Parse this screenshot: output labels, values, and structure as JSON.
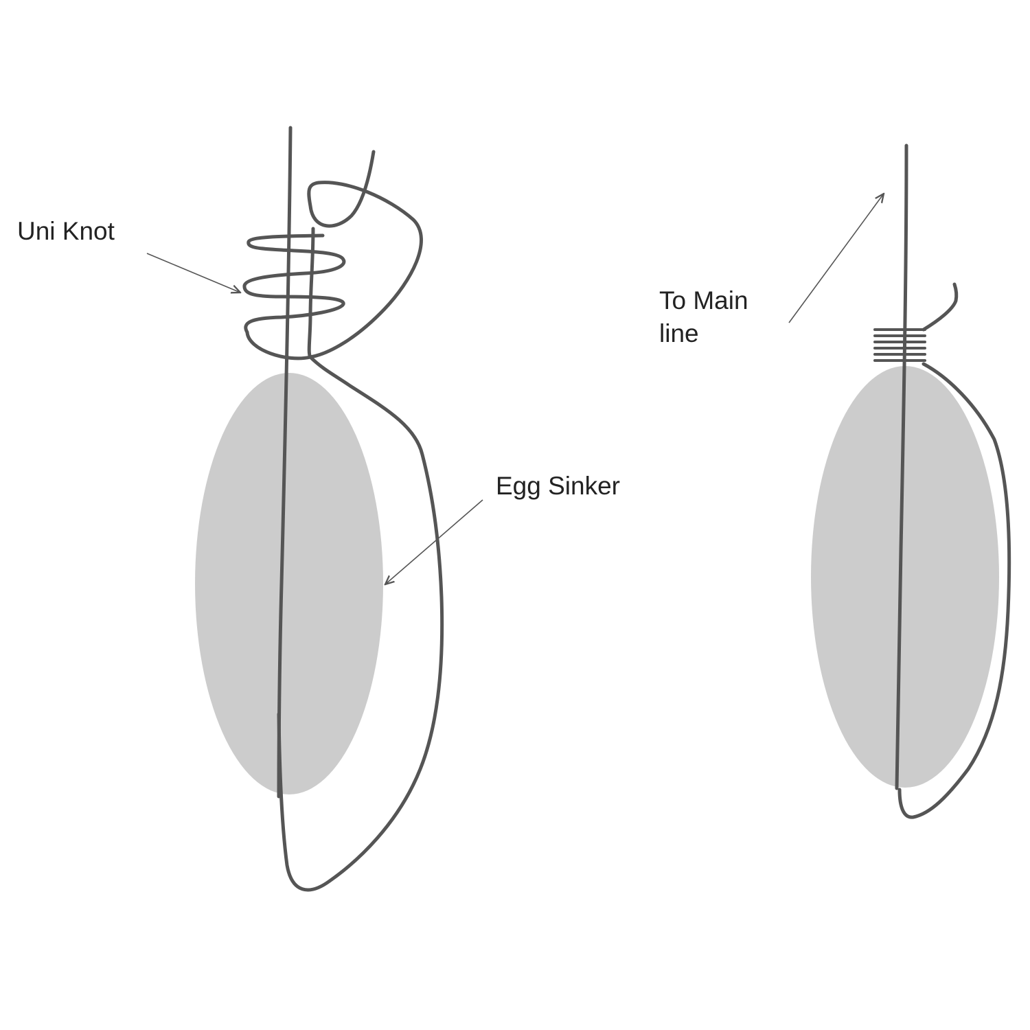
{
  "diagram": {
    "colors": {
      "background": "#ffffff",
      "line": "#555555",
      "sinker": "#cccccc",
      "text": "#222222"
    },
    "labels": {
      "uni_knot": "Uni Knot",
      "egg_sinker": "Egg Sinker",
      "to_main_line": "To Main\nline"
    }
  }
}
